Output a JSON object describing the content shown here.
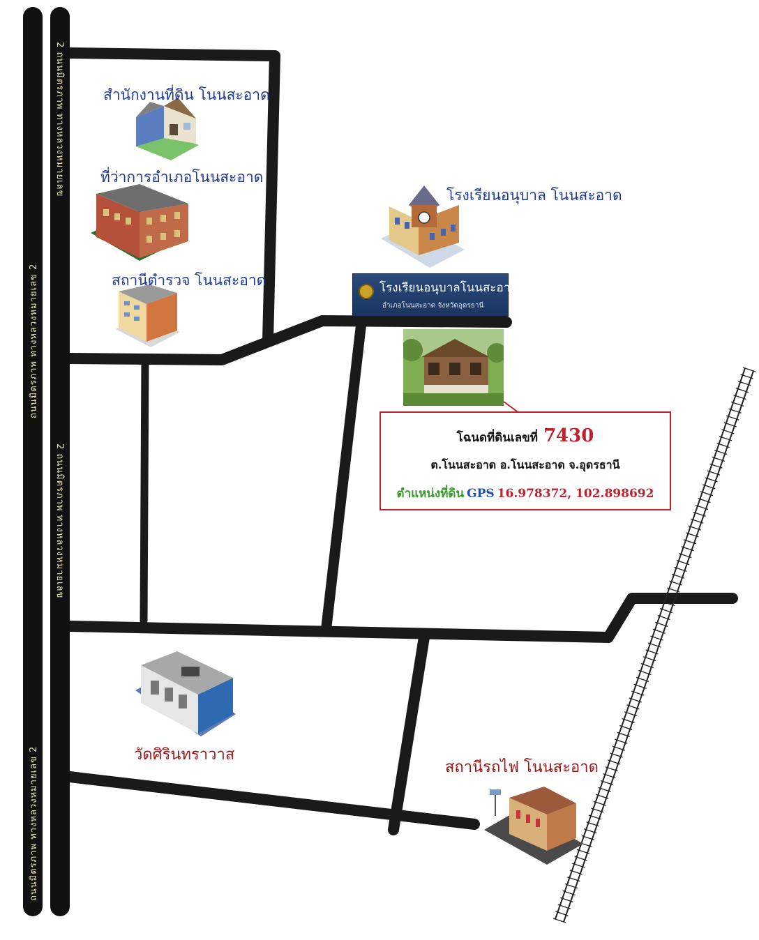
{
  "places": {
    "land_office": "สำนักงานที่ดิน โนนสะอาด",
    "district_office": "ที่ว่าการอำเภอโนนสะอาด",
    "police_station": "สถานีตำรวจ โนนสะอาด",
    "kindergarten": "โรงเรียนอนุบาล โนนสะอาด",
    "temple": "วัดศิรินทราวาส",
    "railway_station": "สถานีรถไฟ โนนสะอาด"
  },
  "school_sign": {
    "name": "โรงเรียนอนุบาลโนนสะอาด",
    "subtitle": "อำเภอโนนสะอาด    จังหวัดอุดรธานี"
  },
  "highway": {
    "label_top": "ถนนมิตรภาพ ทางหลวงหมายเลข 2",
    "label_bottom": "ถนนมิตรภาพ ทางหลวงหมายเลข 2",
    "label_right_top": "2 ถนนมิตรภาพ ทางหลวงหมายเลข",
    "label_right_bottom": "2 ถนนมิตรภาพ ทางหลวงหมายเลข"
  },
  "land": {
    "deed_label": "โฉนดที่ดินเลขที่",
    "deed_number": "7430",
    "address": "ต.โนนสะอาด  อ.โนนสะอาด  จ.อุดรธานี",
    "position_label": "ตำแหน่งที่ดิน",
    "gps_label": "GPS",
    "coordinates": "16.978372, 102.898692"
  },
  "colors": {
    "road": "#1a1a1a",
    "label_blue": "#1f3a93",
    "label_red": "#a01818",
    "accent_red": "#c0202a"
  }
}
